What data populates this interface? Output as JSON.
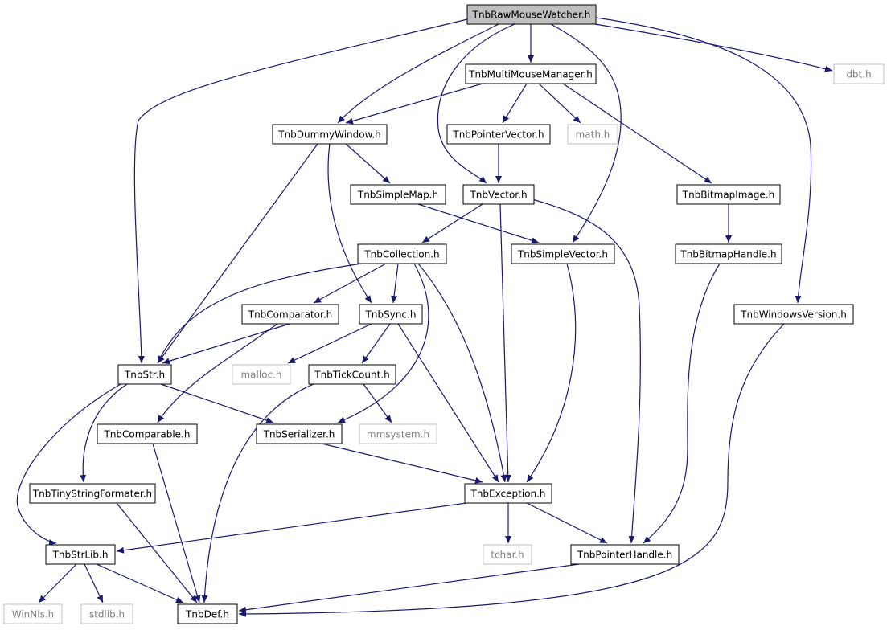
{
  "colors": {
    "edge": "#191970",
    "node_border": "#000000",
    "node_border_external": "#bfbfbf",
    "node_fill_root": "#bfbfbf",
    "node_fill": "#ffffff",
    "text": "#000000",
    "text_external": "#7f7f7f"
  },
  "nodes": {
    "rawmouse": {
      "label": "TnbRawMouseWatcher.h",
      "kind": "root"
    },
    "multimouse": {
      "label": "TnbMultiMouseManager.h",
      "kind": "header"
    },
    "dbt": {
      "label": "dbt.h",
      "kind": "external"
    },
    "dummywindow": {
      "label": "TnbDummyWindow.h",
      "kind": "header"
    },
    "pointervector": {
      "label": "TnbPointerVector.h",
      "kind": "header"
    },
    "math": {
      "label": "math.h",
      "kind": "external"
    },
    "simplemap": {
      "label": "TnbSimpleMap.h",
      "kind": "header"
    },
    "vector": {
      "label": "TnbVector.h",
      "kind": "header"
    },
    "bitmapimage": {
      "label": "TnbBitmapImage.h",
      "kind": "header"
    },
    "collection": {
      "label": "TnbCollection.h",
      "kind": "header"
    },
    "simplevector": {
      "label": "TnbSimpleVector.h",
      "kind": "header"
    },
    "bitmaphandle": {
      "label": "TnbBitmapHandle.h",
      "kind": "header"
    },
    "comparator": {
      "label": "TnbComparator.h",
      "kind": "header"
    },
    "sync": {
      "label": "TnbSync.h",
      "kind": "header"
    },
    "winversion": {
      "label": "TnbWindowsVersion.h",
      "kind": "header"
    },
    "str": {
      "label": "TnbStr.h",
      "kind": "header"
    },
    "malloc": {
      "label": "malloc.h",
      "kind": "external"
    },
    "tickcount": {
      "label": "TnbTickCount.h",
      "kind": "header"
    },
    "comparable": {
      "label": "TnbComparable.h",
      "kind": "header"
    },
    "serializer": {
      "label": "TnbSerializer.h",
      "kind": "header"
    },
    "mmsystem": {
      "label": "mmsystem.h",
      "kind": "external"
    },
    "tinystring": {
      "label": "TnbTinyStringFormater.h",
      "kind": "header"
    },
    "exception": {
      "label": "TnbException.h",
      "kind": "header"
    },
    "strlib": {
      "label": "TnbStrLib.h",
      "kind": "header"
    },
    "tchar": {
      "label": "tchar.h",
      "kind": "external"
    },
    "pointerhandle": {
      "label": "TnbPointerHandle.h",
      "kind": "header"
    },
    "winnls": {
      "label": "WinNls.h",
      "kind": "external"
    },
    "stdlib": {
      "label": "stdlib.h",
      "kind": "external"
    },
    "def": {
      "label": "TnbDef.h",
      "kind": "header"
    }
  },
  "edges": [
    [
      "rawmouse",
      "multimouse"
    ],
    [
      "rawmouse",
      "dbt"
    ],
    [
      "rawmouse",
      "dummywindow"
    ],
    [
      "rawmouse",
      "vector"
    ],
    [
      "rawmouse",
      "simplevector"
    ],
    [
      "rawmouse",
      "winversion"
    ],
    [
      "rawmouse",
      "str"
    ],
    [
      "multimouse",
      "dummywindow"
    ],
    [
      "multimouse",
      "pointervector"
    ],
    [
      "multimouse",
      "math"
    ],
    [
      "multimouse",
      "bitmapimage"
    ],
    [
      "dummywindow",
      "simplemap"
    ],
    [
      "dummywindow",
      "sync"
    ],
    [
      "dummywindow",
      "str"
    ],
    [
      "pointervector",
      "vector"
    ],
    [
      "simplemap",
      "simplevector"
    ],
    [
      "vector",
      "collection"
    ],
    [
      "vector",
      "exception"
    ],
    [
      "vector",
      "pointerhandle"
    ],
    [
      "bitmapimage",
      "bitmaphandle"
    ],
    [
      "collection",
      "str"
    ],
    [
      "collection",
      "comparator"
    ],
    [
      "collection",
      "sync"
    ],
    [
      "collection",
      "serializer"
    ],
    [
      "collection",
      "exception"
    ],
    [
      "simplevector",
      "exception"
    ],
    [
      "bitmaphandle",
      "pointerhandle"
    ],
    [
      "comparator",
      "str"
    ],
    [
      "comparator",
      "comparable"
    ],
    [
      "sync",
      "malloc"
    ],
    [
      "sync",
      "tickcount"
    ],
    [
      "sync",
      "exception"
    ],
    [
      "winversion",
      "def"
    ],
    [
      "str",
      "serializer"
    ],
    [
      "str",
      "tinystring"
    ],
    [
      "str",
      "strlib"
    ],
    [
      "tickcount",
      "mmsystem"
    ],
    [
      "tickcount",
      "def"
    ],
    [
      "comparable",
      "def"
    ],
    [
      "serializer",
      "exception"
    ],
    [
      "tinystring",
      "def"
    ],
    [
      "exception",
      "strlib"
    ],
    [
      "exception",
      "tchar"
    ],
    [
      "exception",
      "pointerhandle"
    ],
    [
      "strlib",
      "winnls"
    ],
    [
      "strlib",
      "stdlib"
    ],
    [
      "strlib",
      "def"
    ],
    [
      "pointerhandle",
      "def"
    ]
  ]
}
